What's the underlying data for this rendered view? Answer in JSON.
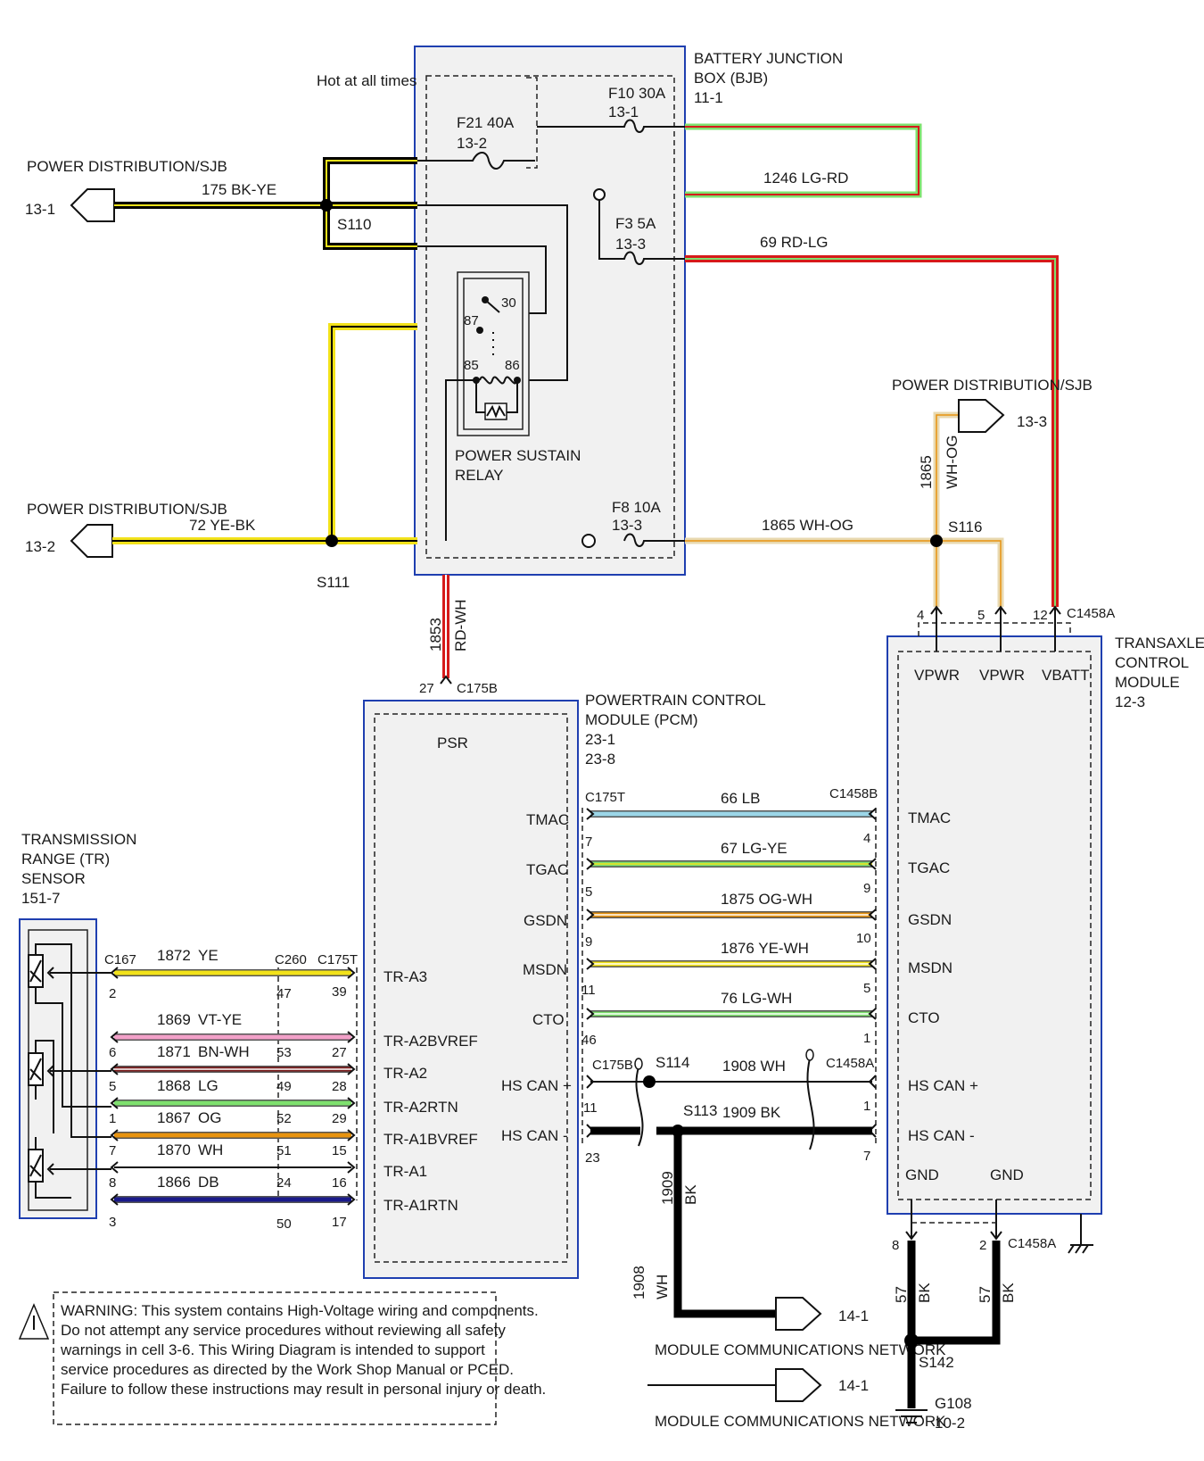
{
  "bjb": {
    "name": "BATTERY JUNCTION",
    "name2": "BOX (BJB)",
    "ref": "11-1",
    "hot": "Hot at all times",
    "f21": "F21  40A",
    "f21_ref": "13-2",
    "f10": "F10  30A",
    "f10_ref": "13-1",
    "f3": "F3  5A",
    "f3_ref": "13-3",
    "f8": "F8  10A",
    "f8_ref": "13-3"
  },
  "relay": {
    "name": "POWER SUSTAIN",
    "name2": "RELAY",
    "p30": "30",
    "p87": "87",
    "p85": "85",
    "p86": "86"
  },
  "pd1": {
    "name": "POWER DISTRIBUTION/SJB",
    "ref": "13-1"
  },
  "pd2": {
    "name": "POWER DISTRIBUTION/SJB",
    "ref": "13-2"
  },
  "pd3": {
    "name": "POWER DISTRIBUTION/SJB",
    "ref": "13-3"
  },
  "wires": {
    "w175": "175   BK-YE",
    "w1246": "1246   LG-RD",
    "w69": "69   RD-LG",
    "w72": "72   YE-BK",
    "w1865": "1865     WH-OG",
    "w1865v_num": "1865",
    "w1865v_col": "WH-OG",
    "w1853_num": "1853",
    "w1853_col": "RD-WH",
    "w66": "66   LB",
    "w67": "67   LG-YE",
    "w1875": "1875     OG-WH",
    "w1876": "1876     YE-WH",
    "w76": "76   LG-WH",
    "w1908": "1908     WH",
    "w1909": "1909     BK",
    "w1909v_num": "1909",
    "w1909v_col": "BK",
    "w1908v_num": "1908",
    "w1908v_col": "WH",
    "w57a_num": "57",
    "w57a_col": "BK",
    "w57b_num": "57",
    "w57b_col": "BK"
  },
  "splices": {
    "s110": "S110",
    "s111": "S111",
    "s116": "S116",
    "s114": "S114",
    "s113": "S113",
    "s142": "S142"
  },
  "tcm": {
    "name": "TRANSAXLE",
    "name2": "CONTROL",
    "name3": "MODULE",
    "ref": "12-3",
    "vpwr1": "VPWR",
    "vpwr2": "VPWR",
    "vbatt": "VBATT",
    "conn": "C1458A",
    "pin4": "4",
    "pin5": "5",
    "pin12": "12",
    "pins": [
      "TMAC",
      "TGAC",
      "GSDN",
      "MSDN",
      "CTO",
      "HS CAN +",
      "HS CAN -"
    ],
    "gnd1": "GND",
    "gnd2": "GND"
  },
  "pcm": {
    "name": "POWERTRAIN CONTROL",
    "name2": "MODULE (PCM)",
    "ref1": "23-1",
    "ref2": "23-8",
    "psr": "PSR",
    "pin27": "27",
    "c175b": "C175B",
    "pins": [
      "TMAC",
      "TGAC",
      "GSDN",
      "MSDN",
      "CTO",
      "HS CAN +",
      "HS CAN -"
    ],
    "tr_pins": [
      "TR-A3",
      "TR-A2BVREF",
      "TR-A2",
      "TR-A2RTN",
      "TR-A1BVREF",
      "TR-A1",
      "TR-A1RTN"
    ]
  },
  "bus": {
    "c175t": "C175T",
    "c1458b": "C1458B",
    "c175b": "C175B",
    "c1458a": "C1458A",
    "l": [
      "7",
      "5",
      "9",
      "11",
      "46",
      "11",
      "23"
    ],
    "r": [
      "4",
      "9",
      "10",
      "5",
      "1",
      "1",
      "7"
    ]
  },
  "tr": {
    "name": "TRANSMISSION",
    "name2": "RANGE (TR)",
    "name3": "SENSOR",
    "ref": "151-7",
    "c167": "C167",
    "c260": "C260",
    "c175t": "C175T",
    "wires": [
      {
        "num": "1872",
        "col": "YE",
        "a": "2",
        "b": "47",
        "c": "39"
      },
      {
        "num": "1869",
        "col": "VT-YE",
        "a": "",
        "b": "",
        "c": ""
      },
      {
        "num": "1871",
        "col": "BN-WH",
        "a": "6",
        "b": "53",
        "c": "27"
      },
      {
        "num": "1868",
        "col": "LG",
        "a": "5",
        "b": "49",
        "c": "28"
      },
      {
        "num": "1867",
        "col": "OG",
        "a": "1",
        "b": "52",
        "c": "29"
      },
      {
        "num": "1870",
        "col": "WH",
        "a": "7",
        "b": "51",
        "c": "15"
      },
      {
        "num": "1866",
        "col": "DB",
        "a": "8",
        "b": "24",
        "c": "16"
      }
    ],
    "bottom_a": "3",
    "bottom_b": "50",
    "bottom_c": "17"
  },
  "gnd": {
    "pin8": "8",
    "pin2": "2",
    "conn": "C1458A",
    "g108": "G108",
    "g108_ref": "10-2"
  },
  "mcn1": {
    "ref": "14-1",
    "label": "MODULE COMMUNICATIONS NETWORK"
  },
  "mcn2": {
    "ref": "14-1",
    "label": "MODULE COMMUNICATIONS NETWORK"
  },
  "warning": {
    "lines": [
      "WARNING:  This system contains High-Voltage wiring and components.",
      "Do not attempt any service procedures without reviewing all safety",
      "warnings in cell 3-6.  This Wiring Diagram is intended to support",
      "service procedures as directed by the Work Shop Manual or PCED.",
      "Failure to follow these instructions may result in personal injury or death."
    ]
  },
  "colors": {
    "black": "#000000",
    "yellow": "#f2e21a",
    "red": "#d61a1a",
    "orange": "#e8930f",
    "lightgreen": "#7ee06e",
    "lightblue": "#9bd6e8",
    "pink": "#f2a0c8",
    "brown": "#7a1a1a",
    "darkblue": "#1a1a8a",
    "white": "#ffffff",
    "tan": "#e8d9b0"
  }
}
